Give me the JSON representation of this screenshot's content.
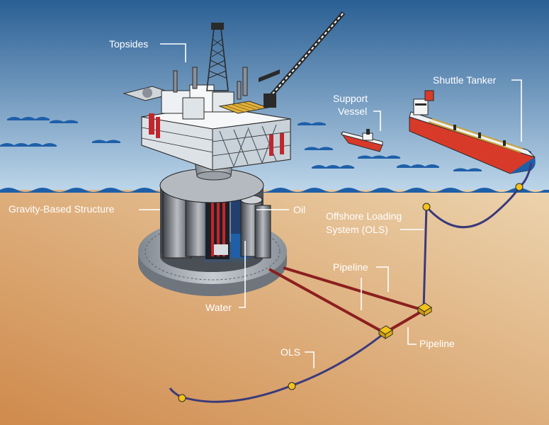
{
  "labels": {
    "topsides": "Topsides",
    "gravity_based_structure": "Gravity-Based Structure",
    "oil": "Oil",
    "water": "Water",
    "support_vessel_line1": "Support",
    "support_vessel_line2": "Vessel",
    "shuttle_tanker": "Shuttle Tanker",
    "ols_long_line1": "Offshore Loading",
    "ols_long_line2": "System (OLS)",
    "pipeline_upper": "Pipeline",
    "pipeline_lower": "Pipeline",
    "ols_short": "OLS"
  },
  "colors": {
    "sky_top": "#2a5f94",
    "sky_bottom": "#b8d3e8",
    "seabed_light": "#e9c494",
    "seabed_dark": "#cf8a4c",
    "waterline": "#1e5fa8",
    "pipeline": "#8b1f1f",
    "ols_line": "#3a3a7a",
    "buoy": "#f2c21a",
    "tanker_hull": "#d83a2a",
    "tanker_bottom": "#1e5fa8"
  }
}
